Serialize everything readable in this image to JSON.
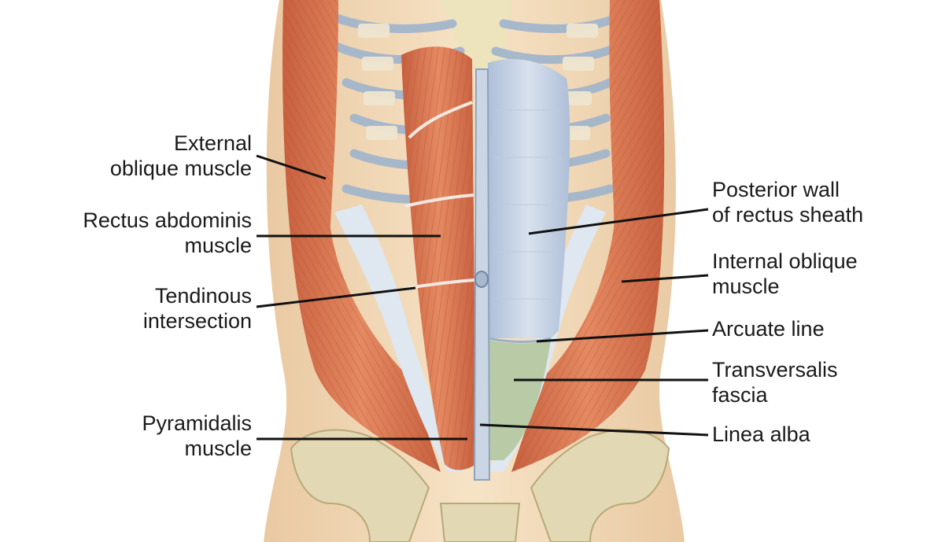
{
  "labels": {
    "external_oblique": [
      "External",
      "oblique muscle"
    ],
    "rectus_abdominis": [
      "Rectus abdominis",
      "muscle"
    ],
    "tendinous_intersection": [
      "Tendinous",
      "intersection"
    ],
    "pyramidalis": [
      "Pyramidalis",
      "muscle"
    ],
    "posterior_wall": [
      "Posterior wall",
      "of rectus sheath"
    ],
    "internal_oblique": [
      "Internal oblique",
      "muscle"
    ],
    "arcuate_line": [
      "Arcuate line"
    ],
    "transversalis_fascia": [
      "Transversalis",
      "fascia"
    ],
    "linea_alba": [
      "Linea alba"
    ]
  },
  "colors": {
    "skin": "#f3dcb8",
    "muscle": "#d9774f",
    "muscle_dark": "#b8553a",
    "sheath": "#c8d4e6",
    "fascia_green": "#b7c9a6",
    "bone": "#e2d8b4",
    "rib_blue": "#aac0d8",
    "leader_line": "#111111"
  }
}
